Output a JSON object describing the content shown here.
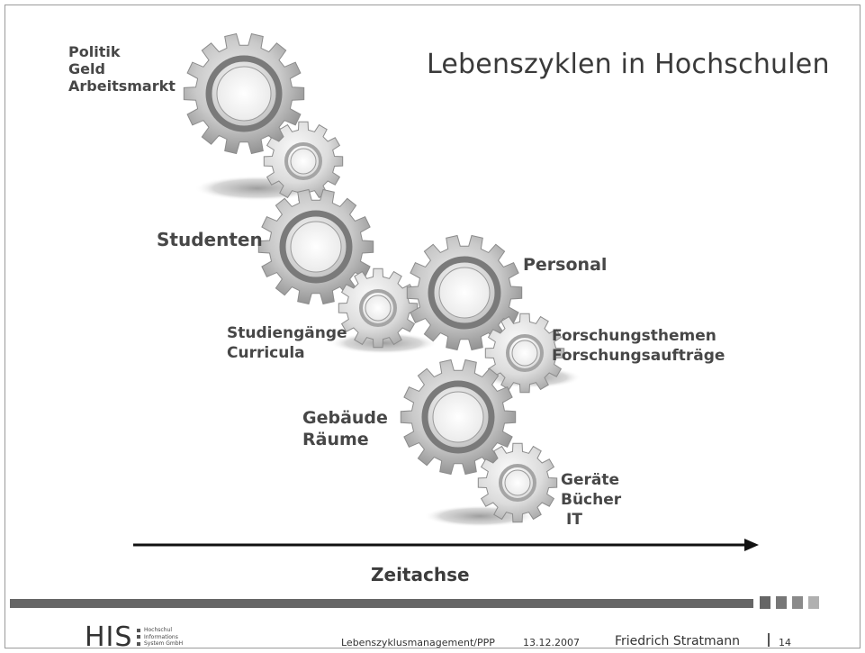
{
  "slide": {
    "title": "Lebenszyklen in Hochschulen",
    "labels": {
      "politik": [
        "Politik",
        "Geld",
        "Arbeitsmarkt"
      ],
      "studenten": "Studenten",
      "studiengaenge": [
        "Studiengänge",
        "Curricula"
      ],
      "personal": "Personal",
      "forschung": [
        "Forschungsthemen",
        "Forschungsaufträge"
      ],
      "gebaeude": [
        "Gebäude",
        "Räume"
      ],
      "geraete": [
        "Geräte",
        "Bücher",
        "IT"
      ]
    },
    "axis_label": "Zeitachse"
  },
  "footer": {
    "logo": {
      "text": "HIS",
      "sub": [
        "Hochschul",
        "Informations",
        "System GmbH"
      ]
    },
    "document": "Lebenszyklusmanagement/PPP",
    "date": "13.12.2007",
    "author": "Friedrich Stratmann",
    "page": "14"
  },
  "colors": {
    "gear_light": "#e4e4e4",
    "gear_mid": "#b0b0b0",
    "gear_dark": "#7a7a7a",
    "footer_bar": "#666666",
    "footer_squares": [
      "#666666",
      "#777777",
      "#8a8a8a",
      "#b0b0b0"
    ]
  },
  "icons": [
    "gear-icon",
    "arrow-right-icon"
  ]
}
